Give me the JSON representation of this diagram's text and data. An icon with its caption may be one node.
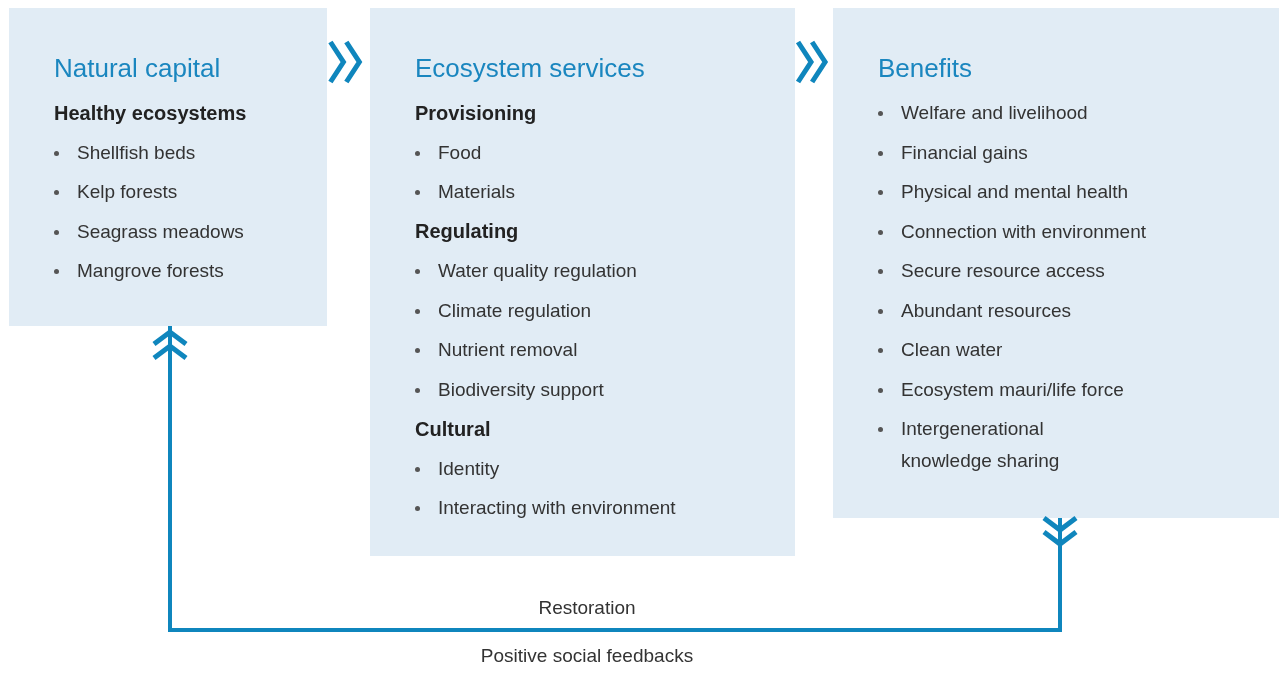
{
  "diagram": {
    "nodes": [
      {
        "text": [
          "Natural capital",
          "Healthy ecosystems",
          "Shellfish beds",
          "Kelp forests",
          "Seagrass meadows",
          "Mangrove forests"
        ]
      },
      {
        "text": [
          "Ecosystem services",
          "Provisioning",
          "Food",
          "Materials",
          "Regulating",
          "Water quality regulation",
          "Climate regulation",
          "Nutrient removal",
          "Biodiversity support",
          "Cultural",
          "Identity",
          "Interacting with environment"
        ]
      },
      {
        "text": [
          "Benefits",
          "Welfare and livelihood",
          "Financial gains",
          "Physical and mental health",
          "Connection with environment",
          "Secure resource access",
          "Abundant resources",
          "Clean water",
          "Ecosystem mauri/life force",
          "Intergenerational knowledge sharing"
        ]
      }
    ],
    "edges": [
      {
        "from": 0,
        "to": 1,
        "arrow": "to"
      },
      {
        "from": 1,
        "to": 2,
        "arrow": "to"
      },
      {
        "from": 2,
        "to": 0,
        "arrow": "to",
        "label": "Restoration"
      }
    ],
    "labels": [
      "Positive social feedbacks"
    ]
  }
}
